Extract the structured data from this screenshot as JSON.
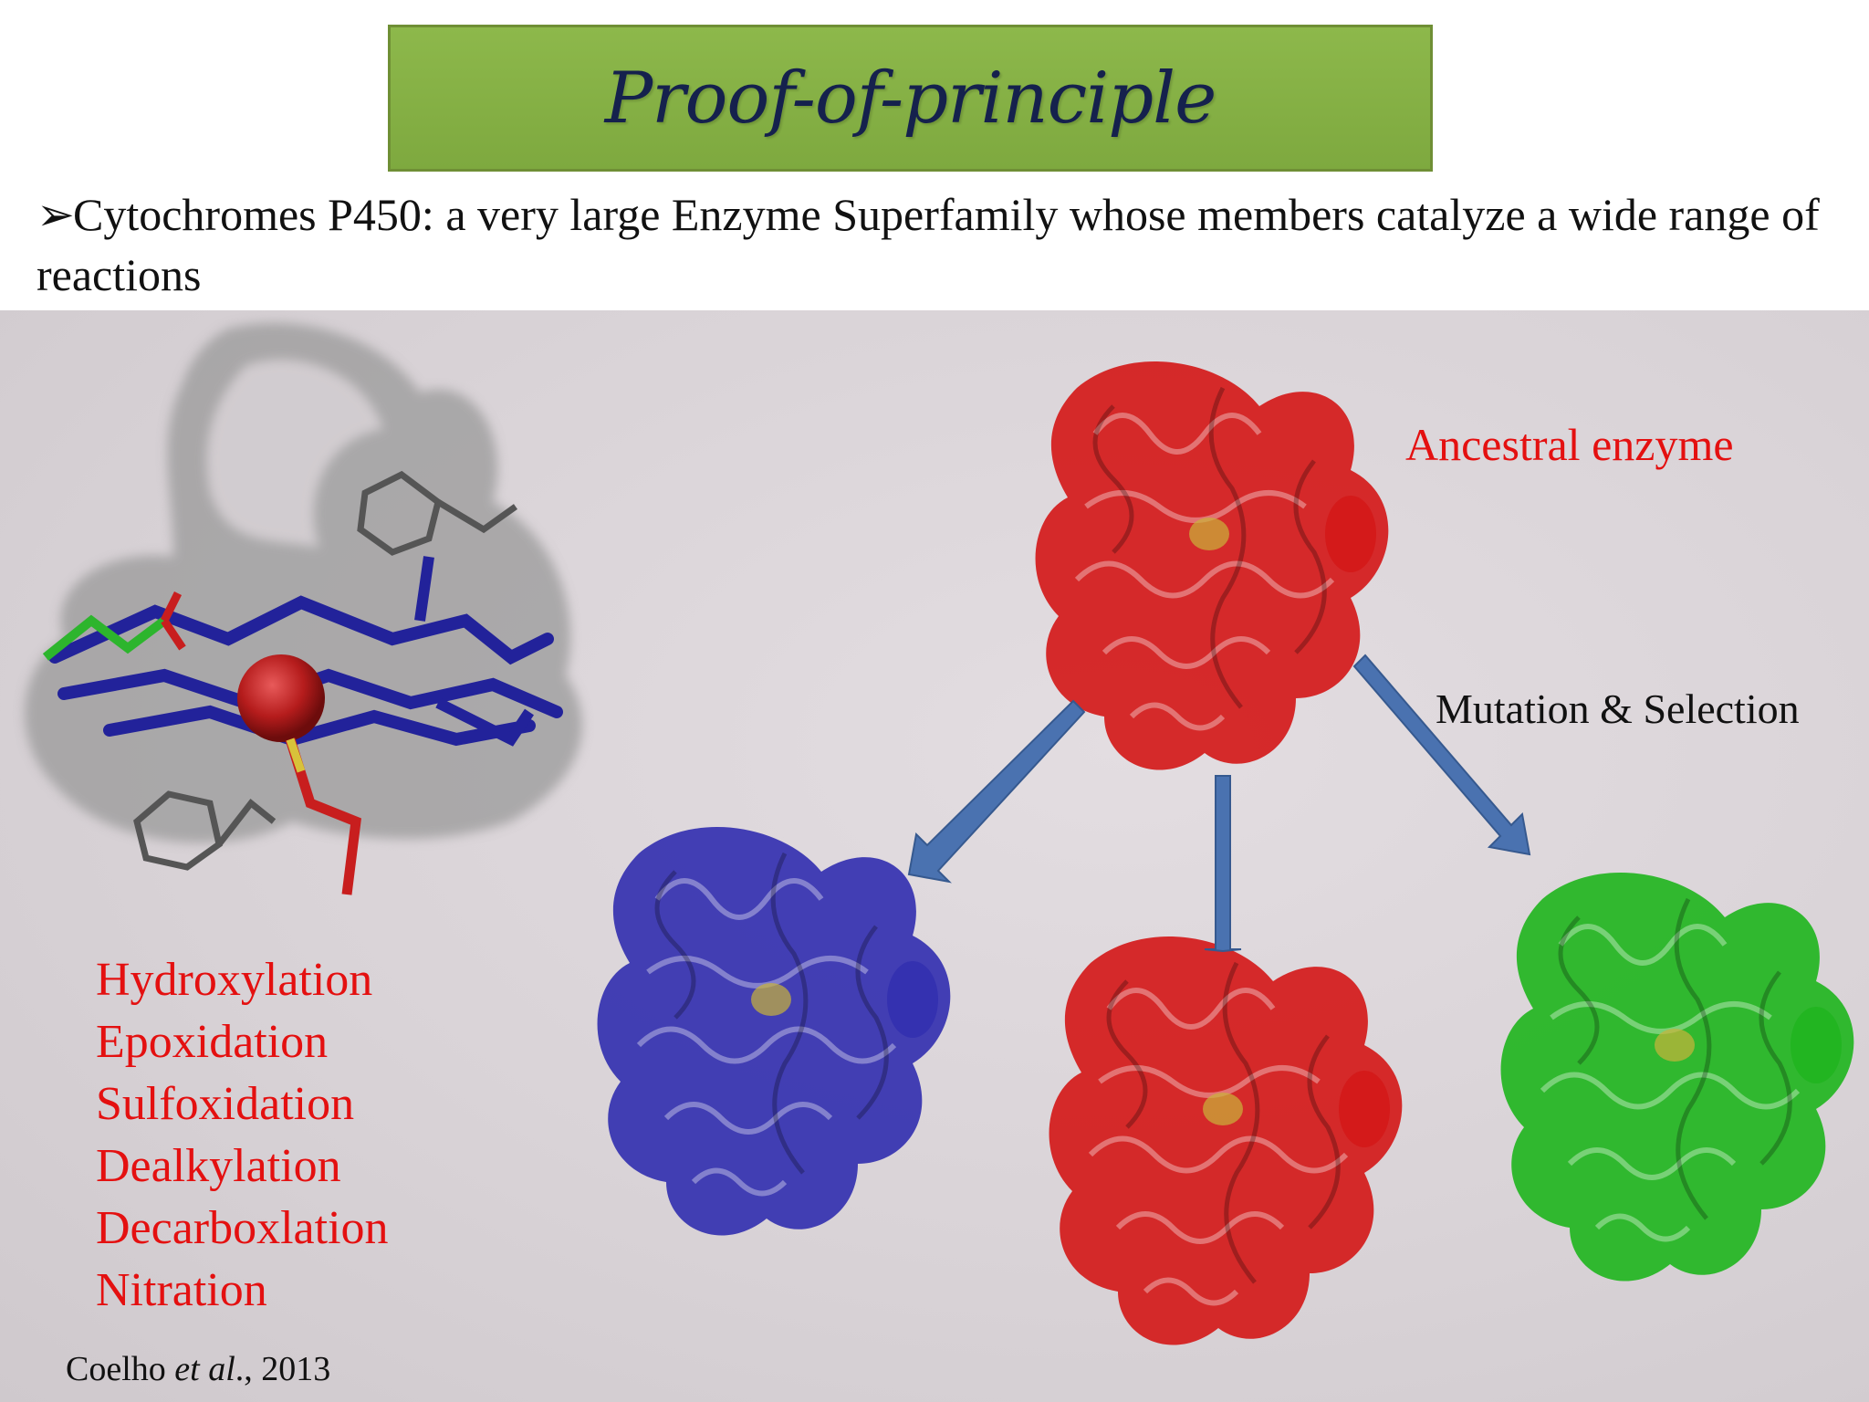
{
  "title": "Proof-of-principle",
  "bullet": {
    "marker": "➢",
    "text": "Cytochromes P450: a very large Enzyme Superfamily whose members catalyze a wide range of reactions"
  },
  "labels": {
    "ancestral": "Ancestral enzyme",
    "mutation": "Mutation & Selection"
  },
  "reactions": [
    "Hydroxylation",
    "Epoxidation",
    "Sulfoxidation",
    "Dealkylation",
    "Decarboxlation",
    "Nitration"
  ],
  "citation": {
    "author": "Coelho ",
    "etal": "et al",
    "year": "., 2013"
  },
  "colors": {
    "title_bg": "#8db84b",
    "title_text": "#15214d",
    "reaction_text": "#e41010",
    "enzyme_red": "#d41a1a",
    "enzyme_blue": "#3431b0",
    "enzyme_green": "#22b521",
    "arrow": "#4a72b0"
  }
}
